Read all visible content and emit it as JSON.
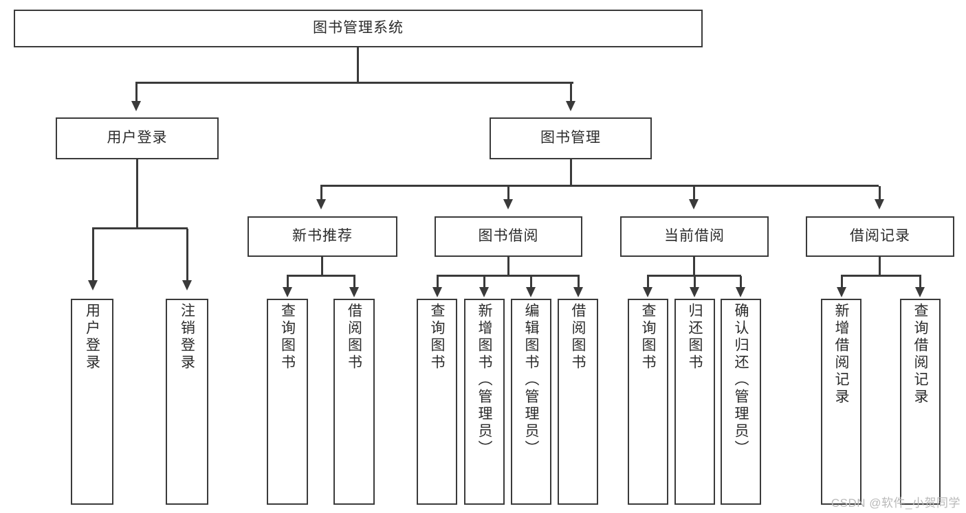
{
  "diagram": {
    "type": "tree",
    "title": "图书管理系统",
    "root": {
      "label": "图书管理系统"
    },
    "level2": [
      {
        "label": "用户登录"
      },
      {
        "label": "图书管理"
      }
    ],
    "level3": [
      {
        "label": "新书推荐"
      },
      {
        "label": "图书借阅"
      },
      {
        "label": "当前借阅"
      },
      {
        "label": "借阅记录"
      }
    ],
    "leaves": {
      "user_login": [
        {
          "label": "用户登录"
        },
        {
          "label": "注销登录"
        }
      ],
      "new_book_recommend": [
        {
          "label": "查询图书"
        },
        {
          "label": "借阅图书"
        }
      ],
      "book_borrow": [
        {
          "label": "查询图书"
        },
        {
          "label": "新增图书（管理员）"
        },
        {
          "label": "编辑图书（管理员）"
        },
        {
          "label": "借阅图书"
        }
      ],
      "current_borrow": [
        {
          "label": "查询图书"
        },
        {
          "label": "归还图书"
        },
        {
          "label": "确认归还（管理员）"
        }
      ],
      "borrow_record": [
        {
          "label": "新增借阅记录"
        },
        {
          "label": "查询借阅记录"
        }
      ]
    }
  },
  "watermark": {
    "text": "CSDN @软件_小贺同学"
  },
  "colors": {
    "stroke": "#3a3a3a",
    "text": "#2b2b2b",
    "background": "#ffffff",
    "watermark": "#b9b9b9"
  }
}
